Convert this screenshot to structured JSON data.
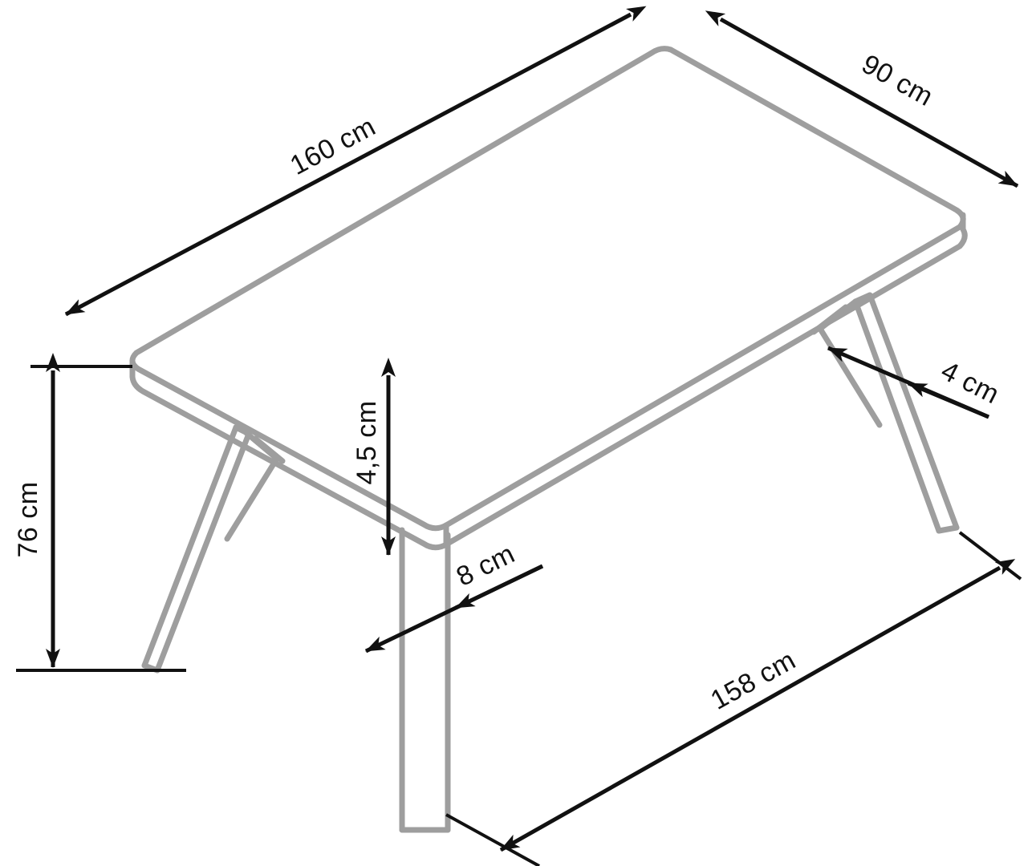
{
  "drawing": {
    "type": "technical-dimension-drawing",
    "subject": "rectangular dining table, isometric view",
    "background_color": "#ffffff",
    "object_line_color": "#9e9e9e",
    "dimension_line_color": "#111111",
    "units": "cm"
  },
  "dimensions": {
    "length": {
      "label": "160 cm",
      "value": 160,
      "unit": "cm",
      "measures": "tabletop length",
      "rotation_deg": -29
    },
    "width": {
      "label": "90 cm",
      "value": 90,
      "unit": "cm",
      "measures": "tabletop width",
      "rotation_deg": 27
    },
    "height": {
      "label": "76 cm",
      "value": 76,
      "unit": "cm",
      "measures": "total table height",
      "rotation_deg": -90
    },
    "top_thickness": {
      "label": "4,5 cm",
      "value": 4.5,
      "unit": "cm",
      "measures": "tabletop thickness",
      "rotation_deg": -90
    },
    "leg_width_front": {
      "label": "8 cm",
      "value": 8,
      "unit": "cm",
      "measures": "front leg width",
      "rotation_deg": -26
    },
    "leg_width_side": {
      "label": "4 cm",
      "value": 4,
      "unit": "cm",
      "measures": "side leg thickness",
      "rotation_deg": 27
    },
    "leg_span": {
      "label": "158 cm",
      "value": 158,
      "unit": "cm",
      "measures": "distance between legs",
      "rotation_deg": -29
    }
  }
}
